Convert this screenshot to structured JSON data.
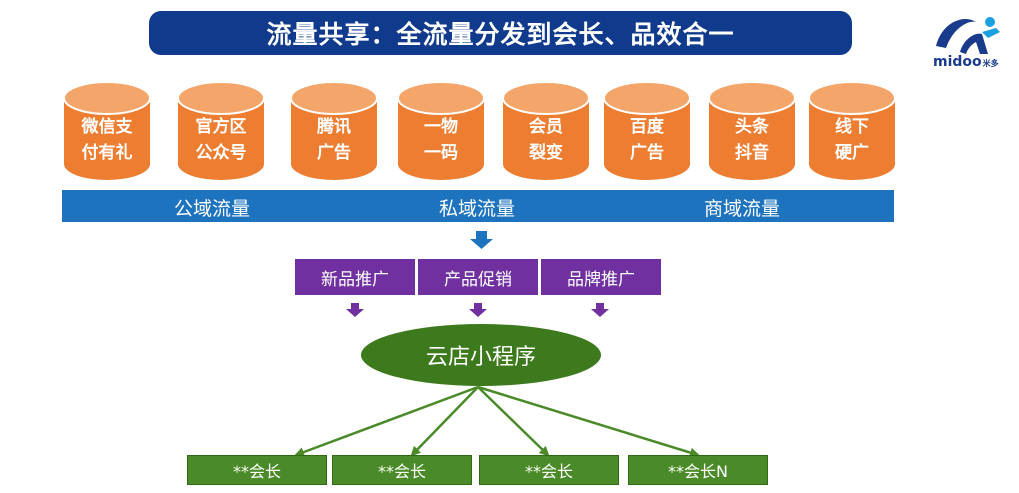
{
  "title": "流量共享：全流量分发到会长、品效合一",
  "logo": {
    "name": "midoo",
    "sub": "米多"
  },
  "channels": [
    {
      "label": "微信支\n付有礼"
    },
    {
      "label": "官方区\n公众号"
    },
    {
      "label": "腾讯\n广告"
    },
    {
      "label": "一物\n一码"
    },
    {
      "label": "会员\n裂变"
    },
    {
      "label": "百度\n广告"
    },
    {
      "label": "头条\n抖音"
    },
    {
      "label": "线下\n硬广"
    }
  ],
  "traffic_types": [
    "公域流量",
    "私域流量",
    "商域流量"
  ],
  "strategies": [
    "新品推广",
    "产品促销",
    "品牌推广"
  ],
  "hub": "云店小程序",
  "members": [
    "**会长",
    "**会长",
    "**会长",
    "**会长N"
  ],
  "colors": {
    "banner": "#103a8c",
    "cylinder": "#ed7d31",
    "bar": "#1e73be",
    "strategy": "#7030a0",
    "hub": "#3d7a1d",
    "member": "#4a8a28"
  }
}
